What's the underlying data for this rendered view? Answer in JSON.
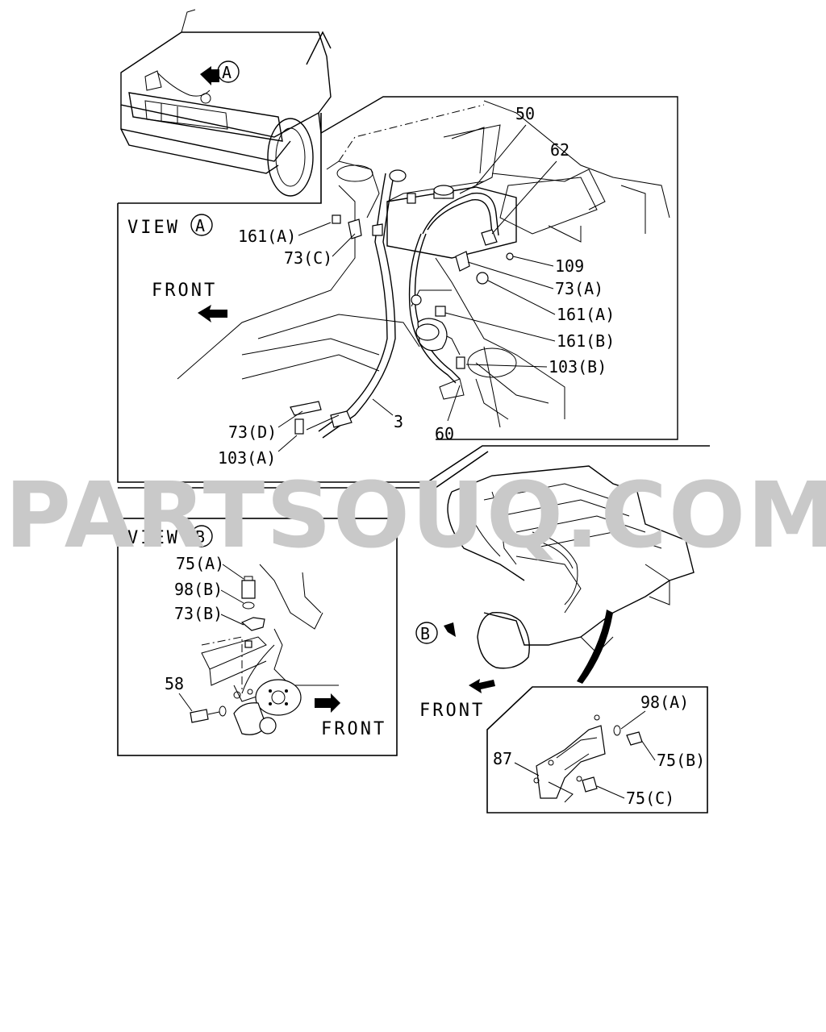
{
  "watermark": "PARTSOUQ.COM",
  "view_a": {
    "title": "VIEW",
    "marker": "A",
    "front_label": "FRONT",
    "callouts": [
      "50",
      "62",
      "109",
      "73(A)",
      "161(A)",
      "161(B)",
      "103(B)",
      "161(A)",
      "73(C)",
      "73(D)",
      "103(A)",
      "3",
      "60"
    ]
  },
  "vehicle_marker": "A",
  "view_b": {
    "title": "VIEW",
    "marker": "B",
    "front_label": "FRONT",
    "callouts": [
      "75(A)",
      "98(B)",
      "73(B)",
      "58"
    ]
  },
  "engine": {
    "marker": "B",
    "front_label": "FRONT",
    "callouts": [
      "98(A)",
      "75(B)",
      "87",
      "75(C)"
    ]
  }
}
